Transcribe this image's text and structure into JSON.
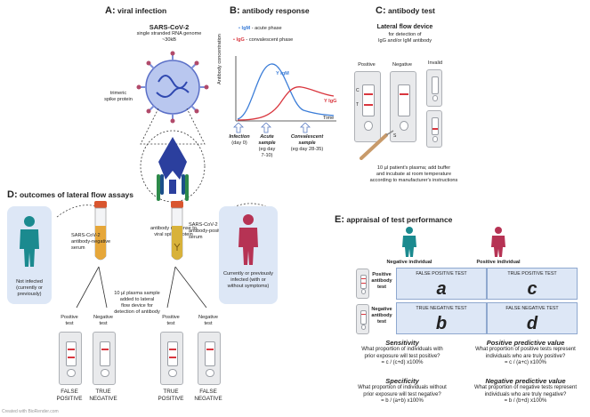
{
  "panelA": {
    "letter": "A:",
    "title": "viral infection",
    "virus": "SARS-CoV-2",
    "genome1": "single stranded RNA genome",
    "genome2": "~30kB",
    "spike1": "trimeric",
    "spike2": "spike protein",
    "resp1": "antibody response to",
    "resp2": "viral spike protein"
  },
  "panelB": {
    "letter": "B:",
    "title": "antibody response",
    "igm_name": "IgM",
    "igm_rest": " - acute phase",
    "igg_name": "IgG",
    "igg_rest": " - convalescent phase",
    "ylabel": "Antibody concentration",
    "xlabel": "Time",
    "igm_curve": "Y IgM",
    "igg_curve": "Y IgG",
    "t1a": "Infection",
    "t1b": "(day 0)",
    "t2a": "Acute",
    "t2b": "sample",
    "t2c": "(eg day",
    "t2d": "7-10)",
    "t3a": "Convalescent",
    "t3b": "sample",
    "t3c": "(eg day 28-35)",
    "colors": {
      "igm": "#3b7dd8",
      "igg": "#d9363e"
    }
  },
  "panelC": {
    "letter": "C:",
    "title": "antibody test",
    "lfd": "Lateral flow device",
    "lfd2": "for detection of",
    "lfd3": "IgG and/or IgM antibody",
    "pos": "Positive",
    "neg": "Negative",
    "inv": "Invalid",
    "c": "C",
    "tl": "T",
    "s": "S",
    "instr1": "10 µl patient's plasma; add buffer",
    "instr2": "and incubate at room temperature",
    "instr3": "according to manufacturer's instructions"
  },
  "panelD": {
    "letter": "D:",
    "title": "outcomes of lateral flow assays",
    "ni1": "Not infected",
    "ni2": "(currently or",
    "ni3": "previously)",
    "neg1": "SARS-CoV-2",
    "neg2": "antibody-negative",
    "neg3": "serum",
    "pos1": "SARS-CoV-2",
    "pos2": "antibody-positive",
    "pos3": "serum",
    "inf1": "Currently or previously",
    "inf2": "infected (with or",
    "inf3": "without symptoms)",
    "mid1": "10 µl plasma sample",
    "mid2": "added to lateral",
    "mid3": "flow device for",
    "mid4": "detection of antibody",
    "pt": "Positive",
    "tt": "test",
    "nt": "Negative",
    "fp1": "FALSE",
    "fp2": "POSITIVE",
    "tn1": "TRUE",
    "tn2": "NEGATIVE",
    "tp1": "TRUE",
    "tp2": "POSITIVE",
    "fn1": "FALSE",
    "fn2": "NEGATIVE",
    "colors": {
      "negperson": "#1b8a8f",
      "posperson": "#b63354",
      "bubble": "#dde7f6"
    }
  },
  "panelE": {
    "letter": "E:",
    "title": "appraisal of test performance",
    "negind": "Negative individual",
    "posind": "Positive individual",
    "row1a": "Positive",
    "row1b": "antibody",
    "row1c": "test",
    "row2a": "Negative",
    "row2b": "antibody",
    "row2c": "test",
    "fpt": "FALSE POSITIVE TEST",
    "tpt": "TRUE POSITIVE TEST",
    "tnt": "TRUE NEGATIVE TEST",
    "fnt": "FALSE NEGATIVE TEST",
    "a": "a",
    "b": "b",
    "cc": "c",
    "d": "d",
    "sens_h": "Sensitivity",
    "sens1": "What proportion of individuals with",
    "sens2": "prior exposure will test positive?",
    "sens3": "= c / (c+d) x100%",
    "ppv_h": "Positive predictive value",
    "ppv1": "What proportion of positive tests represent",
    "ppv2": "individuals who are truly positive?",
    "ppv3": "= c / (a+c) x100%",
    "spec_h": "Specificity",
    "spec1": "What proportion of individuals without",
    "spec2": "prior exposure will test negative?",
    "spec3": "= b / (a+b) x100%",
    "npv_h": "Negative predictive value",
    "npv1": "What proportion of negative tests represent",
    "npv2": "individuals who are truly negative?",
    "npv3": "= b / (b+d) x100%"
  },
  "footer": "Created with BioRender.com"
}
